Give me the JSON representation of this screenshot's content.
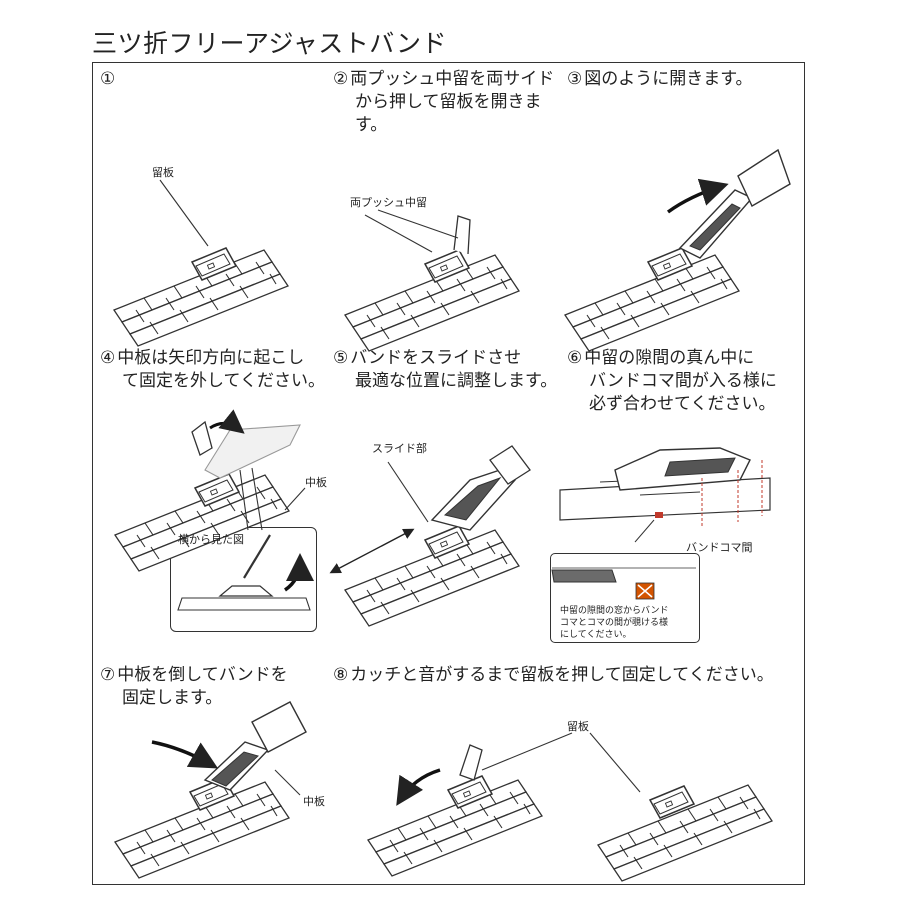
{
  "title": "三ツ折フリーアジャストバンド",
  "steps": [
    {
      "num": "①",
      "lines": [
        ""
      ]
    },
    {
      "num": "②",
      "lines": [
        "両プッシュ中留を両サイド",
        "から押して留板を開きま",
        "す。"
      ]
    },
    {
      "num": "③",
      "lines": [
        "図のように開きます。"
      ]
    },
    {
      "num": "④",
      "lines": [
        "中板は矢印方向に起こし",
        "て固定を外してください。"
      ]
    },
    {
      "num": "⑤",
      "lines": [
        "バンドをスライドさせ",
        "最適な位置に調整します。"
      ]
    },
    {
      "num": "⑥",
      "lines": [
        "中留の隙間の真ん中に",
        "バンドコマ間が入る様に",
        "必ず合わせてください。"
      ]
    },
    {
      "num": "⑦",
      "lines": [
        "中板を倒してバンドを",
        "固定します。"
      ]
    },
    {
      "num": "⑧",
      "lines": [
        "カッチと音がするまで留板を押して固定してください。"
      ]
    }
  ],
  "labels": {
    "tomeita_1": "留板",
    "push_clasp": "両プッシュ中留",
    "nakaita_4": "中板",
    "side_view": "横から見た図",
    "slide_part": "スライド部",
    "band_koma": "バンドコマ間",
    "window_note": [
      "中留の隙間の窓からバンド",
      "コマとコマの間が覗ける様",
      "にしてください。"
    ],
    "nakaita_7": "中板",
    "tomeita_8": "留板"
  },
  "colors": {
    "line": "#333333",
    "accent": "#c0392b",
    "shade": "#777777"
  }
}
